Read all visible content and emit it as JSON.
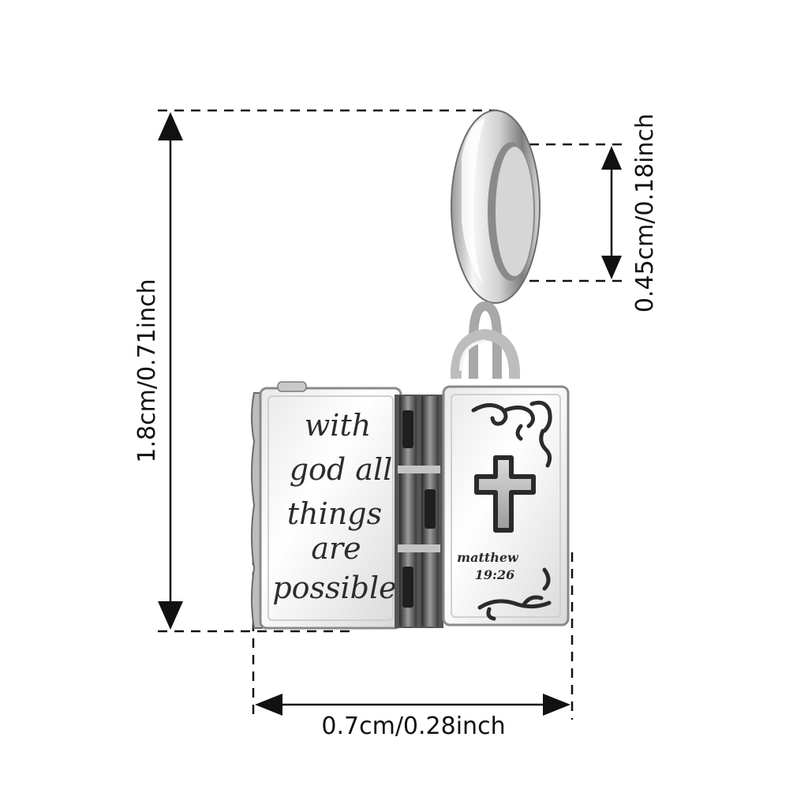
{
  "dimensions": {
    "height_label": "1.8cm/0.71inch",
    "width_label": "0.7cm/0.28inch",
    "bail_label": "0.45cm/0.18inch"
  },
  "charm": {
    "left_page_lines": [
      "with",
      "god all",
      "things",
      "are",
      "possible"
    ],
    "right_page_lines": [
      "matthew",
      "19:26"
    ]
  },
  "colors": {
    "dimension_lines": "#111111",
    "silver_light": "#f4f4f4",
    "silver_dark": "#3a3a3a"
  }
}
